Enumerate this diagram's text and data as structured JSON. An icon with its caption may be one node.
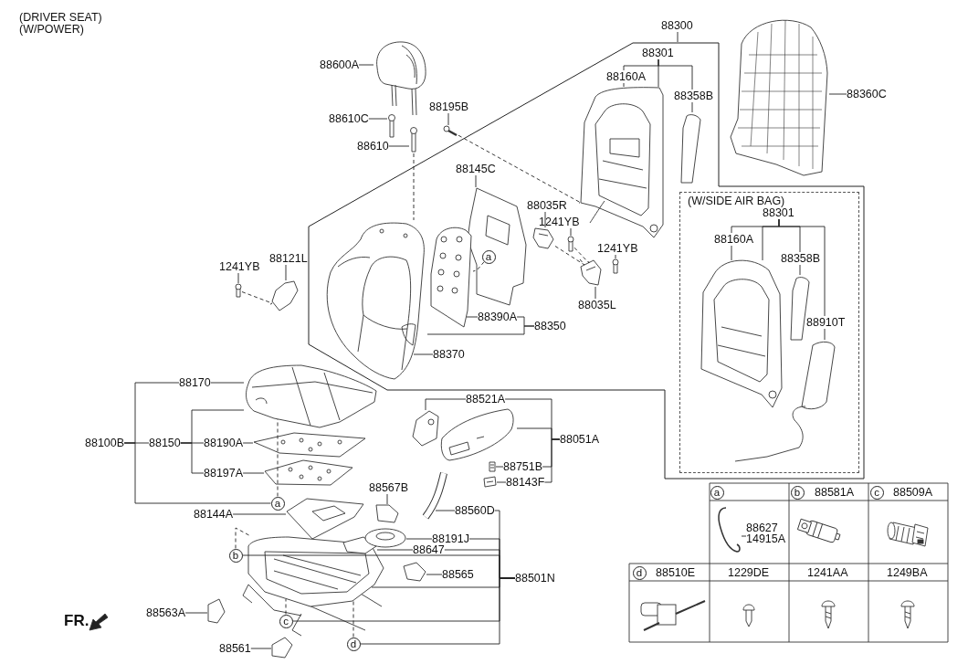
{
  "diagram": {
    "nodes": [
      {
        "text": [
          "88600A"
        ]
      },
      {
        "text": [
          "88610C"
        ]
      },
      {
        "text": [
          "88610"
        ]
      },
      {
        "text": [
          "88195B"
        ]
      },
      {
        "text": [
          "88300"
        ]
      },
      {
        "text": [
          "88301"
        ],
        "in": 94
      },
      {
        "text": [
          "88160A"
        ],
        "in": 94
      },
      {
        "text": [
          "88358B"
        ],
        "in": 94
      },
      {
        "text": [
          "88145C"
        ],
        "in": 94
      },
      {
        "text": [
          "88035R"
        ],
        "in": 94
      },
      {
        "text": [
          "1241YB"
        ],
        "in": 94
      },
      {
        "text": [
          "1241YB"
        ],
        "in": 94
      },
      {
        "text": [
          "88035L"
        ],
        "in": 94
      },
      {
        "text": [
          "a"
        ],
        "in": 56
      },
      {
        "text": [
          "88390A"
        ],
        "in": 94
      },
      {
        "text": [
          "88350"
        ],
        "in": 94
      },
      {
        "text": [
          "88370"
        ],
        "in": 94
      },
      {
        "text": [
          "(W/SIDE AIR BAG)"
        ],
        "in": 94
      },
      {
        "text": [
          "88301"
        ],
        "in": 17
      },
      {
        "text": [
          "88160A"
        ],
        "in": 17
      },
      {
        "text": [
          "88358B"
        ],
        "in": 17
      },
      {
        "text": [
          "88910T"
        ],
        "in": 17
      },
      {
        "text": [
          "88360C"
        ]
      },
      {
        "text": [
          "1241YB"
        ]
      },
      {
        "text": [
          "88121L"
        ]
      },
      {
        "text": [
          "88100B"
        ]
      },
      {
        "text": [
          "88170"
        ]
      },
      {
        "text": [
          "88150"
        ]
      },
      {
        "text": [
          "88190A"
        ]
      },
      {
        "text": [
          "88197A"
        ]
      },
      {
        "text": [
          "a"
        ]
      },
      {
        "text": [
          "88144A"
        ]
      },
      {
        "text": [
          "88521A"
        ]
      },
      {
        "text": [
          "88051A"
        ]
      },
      {
        "text": [
          "88751B"
        ]
      },
      {
        "text": [
          "88143F"
        ]
      },
      {
        "text": [
          "88567B"
        ]
      },
      {
        "text": [
          "88560D"
        ]
      },
      {
        "text": [
          "88191J"
        ]
      },
      {
        "text": [
          "88647"
        ]
      },
      {
        "text": [
          "88501N"
        ]
      },
      {
        "text": [
          "b"
        ]
      },
      {
        "text": [
          "88565"
        ]
      },
      {
        "text": [
          "88563A"
        ]
      },
      {
        "text": [
          "c"
        ]
      },
      {
        "text": [
          "88561"
        ]
      },
      {
        "text": [
          "d"
        ]
      },
      {
        "text": [
          "a"
        ]
      },
      {
        "text": [
          "b"
        ]
      },
      {
        "text": [
          "c"
        ]
      },
      {
        "text": [
          "88627",
          "14915A"
        ]
      },
      {
        "text": [
          "d"
        ]
      },
      {
        "text": [],
        "shape": "picture"
      },
      {
        "text": [],
        "shape": "picture"
      },
      {
        "text": [],
        "shape": "picture"
      },
      {
        "text": [],
        "shape": "picture"
      },
      {
        "text": [],
        "shape": "picture",
        "in": 94
      },
      {
        "text": [],
        "shape": "picture",
        "in": 94
      },
      {
        "text": [],
        "shape": "picture",
        "in": 94
      },
      {
        "text": [],
        "shape": "picture",
        "in": 94
      },
      {
        "text": [],
        "shape": "picture",
        "in": 94
      },
      {
        "text": [],
        "shape": "picture",
        "in": 94
      },
      {
        "text": [],
        "shape": "picture",
        "in": 94
      },
      {
        "text": [],
        "shape": "picture",
        "in": 94
      },
      {
        "text": [],
        "shape": "picture",
        "in": 94
      },
      {
        "text": [],
        "shape": "picture"
      },
      {
        "text": [],
        "shape": "picture",
        "in": 17
      },
      {
        "text": [],
        "shape": "picture",
        "in": 17
      },
      {
        "text": [],
        "shape": "picture",
        "in": 17
      },
      {
        "text": [],
        "shape": "picture"
      },
      {
        "text": [],
        "shape": "picture"
      },
      {
        "text": [],
        "shape": "picture"
      },
      {
        "text": [],
        "shape": "picture"
      },
      {
        "text": [],
        "shape": "picture"
      },
      {
        "text": [],
        "shape": "picture"
      },
      {
        "text": [],
        "shape": "picture"
      },
      {
        "text": [],
        "shape": "picture"
      },
      {
        "text": [],
        "shape": "picture",
        "in": 75
      },
      {
        "text": [],
        "shape": "picture"
      },
      {
        "text": [],
        "shape": "picture"
      },
      {
        "text": [],
        "shape": "picture"
      },
      {
        "text": [],
        "shape": "picture"
      },
      {
        "text": [],
        "shape": "picture"
      },
      {
        "text": [],
        "shape": "picture"
      },
      {
        "text": [],
        "shape": "picture"
      },
      {
        "text": [],
        "shape": "picture"
      },
      {
        "text": [],
        "shape": "picture"
      },
      {
        "text": [],
        "shape": "picture"
      },
      {
        "text": [],
        "shape": "picture"
      },
      {
        "text": [],
        "shape": "picture"
      },
      {
        "text": [],
        "shape": "picture"
      },
      {
        "text": [],
        "shape": "picture"
      },
      {
        "text": [],
        "shape": "picture"
      },
      {
        "text": [],
        "shape": "picture"
      },
      {
        "text": [],
        "shape": "polygon"
      }
    ],
    "edges": [
      {
        "from": 0,
        "to": 52,
        "arrow": "none"
      },
      {
        "from": 1,
        "to": 53,
        "arrow": "none"
      },
      {
        "from": 2,
        "to": 54,
        "arrow": "none"
      },
      {
        "from": 3,
        "to": 55,
        "arrow": "none"
      },
      {
        "from": 4,
        "to": 94,
        "arrow": "none"
      },
      {
        "from": 5,
        "to": 6,
        "arrow": "none"
      },
      {
        "from": 5,
        "to": 7,
        "arrow": "none"
      },
      {
        "from": 5,
        "to": 63,
        "arrow": "none"
      },
      {
        "from": 6,
        "to": 63,
        "arrow": "none"
      },
      {
        "from": 7,
        "to": 64,
        "arrow": "none"
      },
      {
        "from": 8,
        "to": 56,
        "arrow": "none"
      },
      {
        "from": 9,
        "to": 59,
        "arrow": "none"
      },
      {
        "from": 10,
        "to": 60,
        "arrow": "none"
      },
      {
        "from": 11,
        "to": 61,
        "arrow": "none"
      },
      {
        "from": 12,
        "to": 62,
        "arrow": "none"
      },
      {
        "from": 13,
        "to": 57,
        "arrow": "none",
        "style": "dashed"
      },
      {
        "from": 14,
        "to": 57,
        "arrow": "none"
      },
      {
        "from": 15,
        "to": 14,
        "arrow": "none"
      },
      {
        "from": 15,
        "to": 58,
        "arrow": "none"
      },
      {
        "from": 16,
        "to": 58,
        "arrow": "none"
      },
      {
        "from": 18,
        "to": 19,
        "arrow": "none"
      },
      {
        "from": 18,
        "to": 66,
        "arrow": "none"
      },
      {
        "from": 18,
        "to": 20,
        "arrow": "none"
      },
      {
        "from": 18,
        "to": 21,
        "arrow": "none"
      },
      {
        "from": 19,
        "to": 66,
        "arrow": "none"
      },
      {
        "from": 20,
        "to": 67,
        "arrow": "none"
      },
      {
        "from": 21,
        "to": 68,
        "arrow": "none"
      },
      {
        "from": 22,
        "to": 65,
        "arrow": "none"
      },
      {
        "from": 23,
        "to": 70,
        "arrow": "none"
      },
      {
        "from": 24,
        "to": 69,
        "arrow": "none"
      },
      {
        "from": 25,
        "to": 26,
        "arrow": "none"
      },
      {
        "from": 25,
        "to": 27,
        "arrow": "none"
      },
      {
        "from": 25,
        "to": 30,
        "arrow": "none"
      },
      {
        "from": 26,
        "to": 71,
        "arrow": "none"
      },
      {
        "from": 27,
        "to": 71,
        "arrow": "none"
      },
      {
        "from": 27,
        "to": 28,
        "arrow": "none"
      },
      {
        "from": 27,
        "to": 29,
        "arrow": "none"
      },
      {
        "from": 28,
        "to": 72,
        "arrow": "none"
      },
      {
        "from": 29,
        "to": 73,
        "arrow": "none"
      },
      {
        "from": 30,
        "to": 71,
        "arrow": "none",
        "style": "dashed"
      },
      {
        "from": 31,
        "to": 74,
        "arrow": "none"
      },
      {
        "from": 32,
        "to": 83,
        "arrow": "none"
      },
      {
        "from": 33,
        "to": 32,
        "arrow": "none"
      },
      {
        "from": 33,
        "to": 84,
        "arrow": "none"
      },
      {
        "from": 33,
        "to": 34,
        "arrow": "none"
      },
      {
        "from": 33,
        "to": 35,
        "arrow": "none"
      },
      {
        "from": 34,
        "to": 85,
        "arrow": "none"
      },
      {
        "from": 35,
        "to": 86,
        "arrow": "none"
      },
      {
        "from": 36,
        "to": 81,
        "arrow": "none"
      },
      {
        "from": 37,
        "to": 82,
        "arrow": "none"
      },
      {
        "from": 40,
        "to": 37,
        "arrow": "none"
      },
      {
        "from": 40,
        "to": 38,
        "arrow": "none"
      },
      {
        "from": 40,
        "to": 39,
        "arrow": "none"
      },
      {
        "from": 40,
        "to": 41,
        "arrow": "none"
      },
      {
        "from": 40,
        "to": 75,
        "arrow": "none"
      },
      {
        "from": 40,
        "to": 44,
        "arrow": "none"
      },
      {
        "from": 40,
        "to": 46,
        "arrow": "none"
      },
      {
        "from": 38,
        "to": 76,
        "arrow": "none"
      },
      {
        "from": 39,
        "to": 77,
        "arrow": "none"
      },
      {
        "from": 41,
        "to": 75,
        "arrow": "none",
        "style": "dashed"
      },
      {
        "from": 42,
        "to": 78,
        "arrow": "none"
      },
      {
        "from": 43,
        "to": 79,
        "arrow": "none"
      },
      {
        "from": 44,
        "to": 75,
        "arrow": "none",
        "style": "dashed"
      },
      {
        "from": 45,
        "to": 80,
        "arrow": "none"
      },
      {
        "from": 46,
        "to": 75,
        "arrow": "none",
        "style": "dashed"
      },
      {
        "from": 50,
        "to": 87,
        "arrow": "none"
      },
      {
        "from": 54,
        "to": 58,
        "arrow": "none",
        "style": "dashed"
      },
      {
        "from": 55,
        "to": 63,
        "arrow": "none",
        "style": "dashed"
      },
      {
        "from": 70,
        "to": 69,
        "arrow": "none",
        "style": "dashed"
      },
      {
        "from": 59,
        "to": 62,
        "arrow": "none",
        "style": "dashed"
      },
      {
        "from": 60,
        "to": 62,
        "arrow": "none",
        "style": "dashed"
      }
    ],
    "labels": [
      "(DRIVER SEAT)",
      "(W/POWER)",
      "88581A",
      "88509A",
      "88510E",
      "1229DE",
      "1241AA",
      "1249BA",
      "FR."
    ]
  }
}
